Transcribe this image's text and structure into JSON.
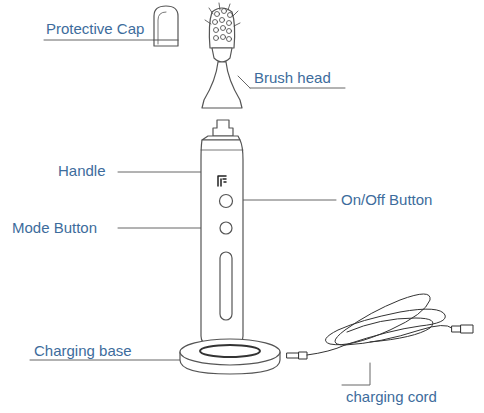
{
  "diagram": {
    "labels": [
      "Protective Cap",
      "Brush head",
      "Handle",
      "On/Off Button",
      "Mode Button",
      "Charging base",
      "charging cord"
    ]
  }
}
